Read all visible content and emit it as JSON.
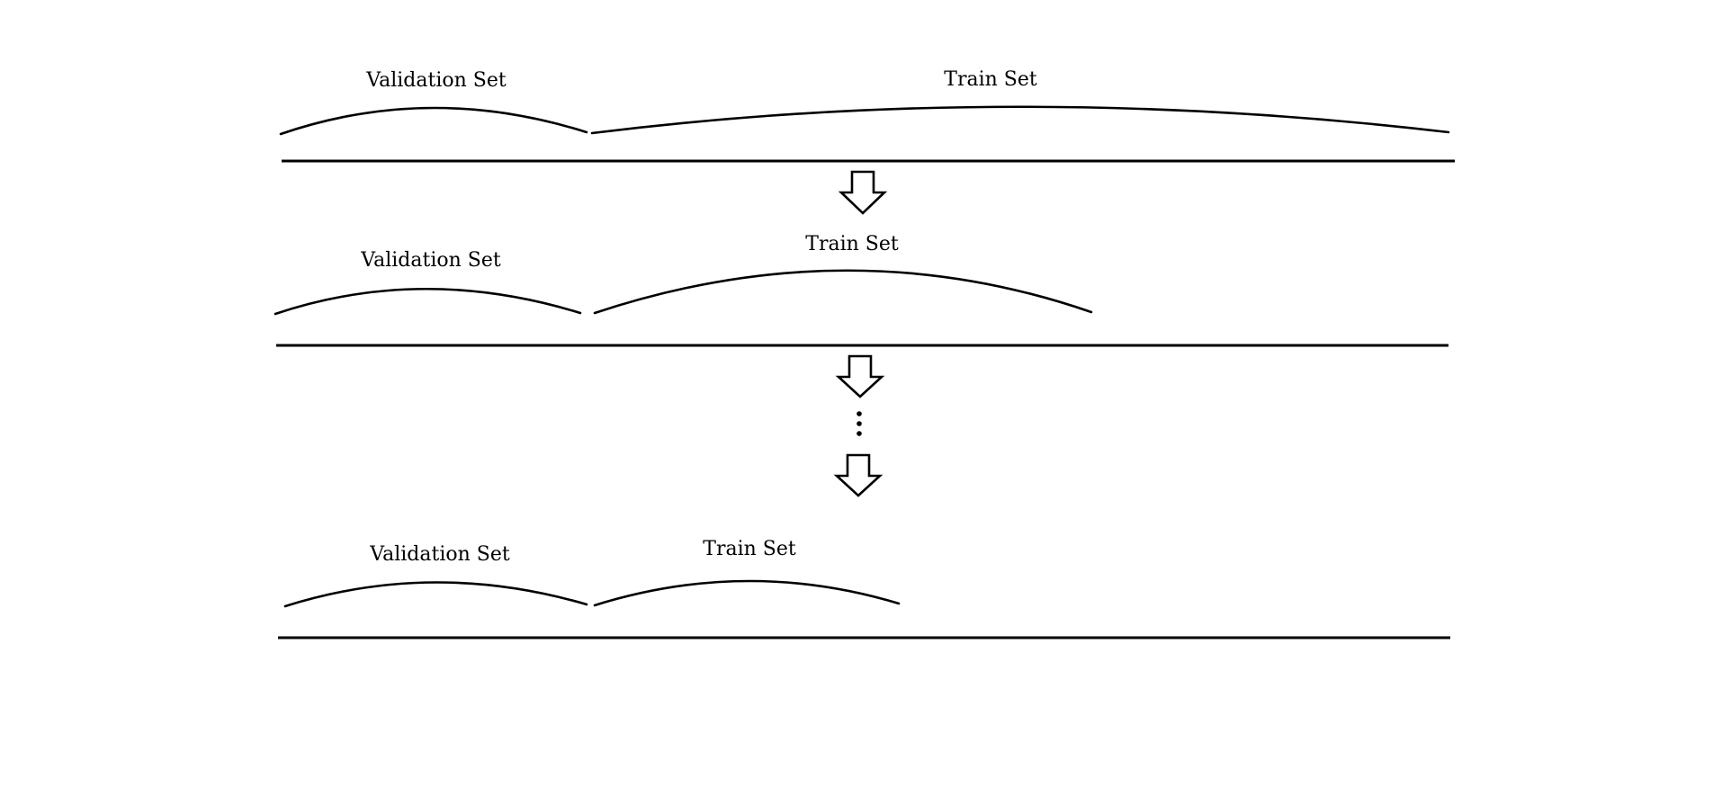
{
  "stages": [
    {
      "validation_label": "Validation Set",
      "train_label": "Train Set"
    },
    {
      "validation_label": "Validation Set",
      "train_label": "Train Set"
    },
    {
      "validation_label": "Validation Set",
      "train_label": "Train Set"
    }
  ]
}
